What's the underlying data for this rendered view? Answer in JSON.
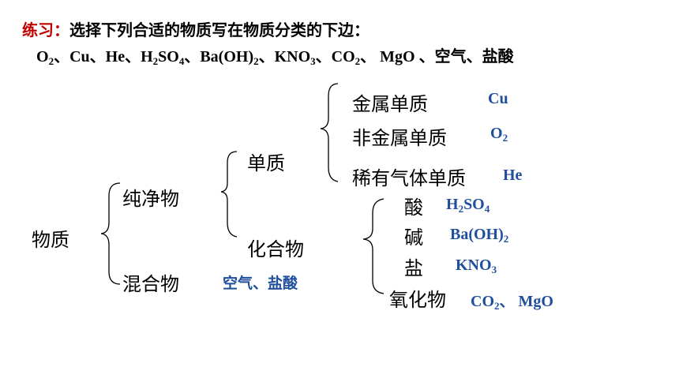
{
  "header": {
    "prefix": "练习：",
    "instruction": "选择下列合适的物质写在物质分类的下边：",
    "prefix_color": "#c00000"
  },
  "substances": {
    "sep": "、",
    "o2_base": "O",
    "o2_sub": "2",
    "cu": "Cu",
    "he": "He",
    "h2so4_a": "H",
    "h2so4_sub1": "2",
    "h2so4_b": "SO",
    "h2so4_sub2": "4",
    "baoh2_base": "Ba(OH)",
    "baoh2_sub": "2",
    "kno3_base": "KNO",
    "kno3_sub": "3",
    "co2_base": "CO",
    "co2_sub": "2",
    "mgo": "MgO",
    "air": "空气",
    "hcl": "盐酸"
  },
  "tree": {
    "root": "物质",
    "pure": "纯净物",
    "mixture": "混合物",
    "element": "单质",
    "compound": "化合物",
    "metal": "金属单质",
    "nonmetal": "非金属单质",
    "noble_gas": "稀有气体单质",
    "acid": "酸",
    "base": "碱",
    "salt": "盐",
    "oxide": "氧化物"
  },
  "answers": {
    "metal": "Cu",
    "nonmetal_base": "O",
    "nonmetal_sub": "2",
    "noble_gas": "He",
    "acid_a": "H",
    "acid_sub1": "2",
    "acid_b": "SO",
    "acid_sub2": "4",
    "base_base": "Ba(OH)",
    "base_sub": "2",
    "salt_base": "KNO",
    "salt_sub": "3",
    "oxide_co2_base": "CO",
    "oxide_co2_sub": "2",
    "oxide_sep": "、",
    "oxide_mgo": "MgO",
    "mixture": "空气、盐酸",
    "answer_color": "#1f4e9e"
  }
}
